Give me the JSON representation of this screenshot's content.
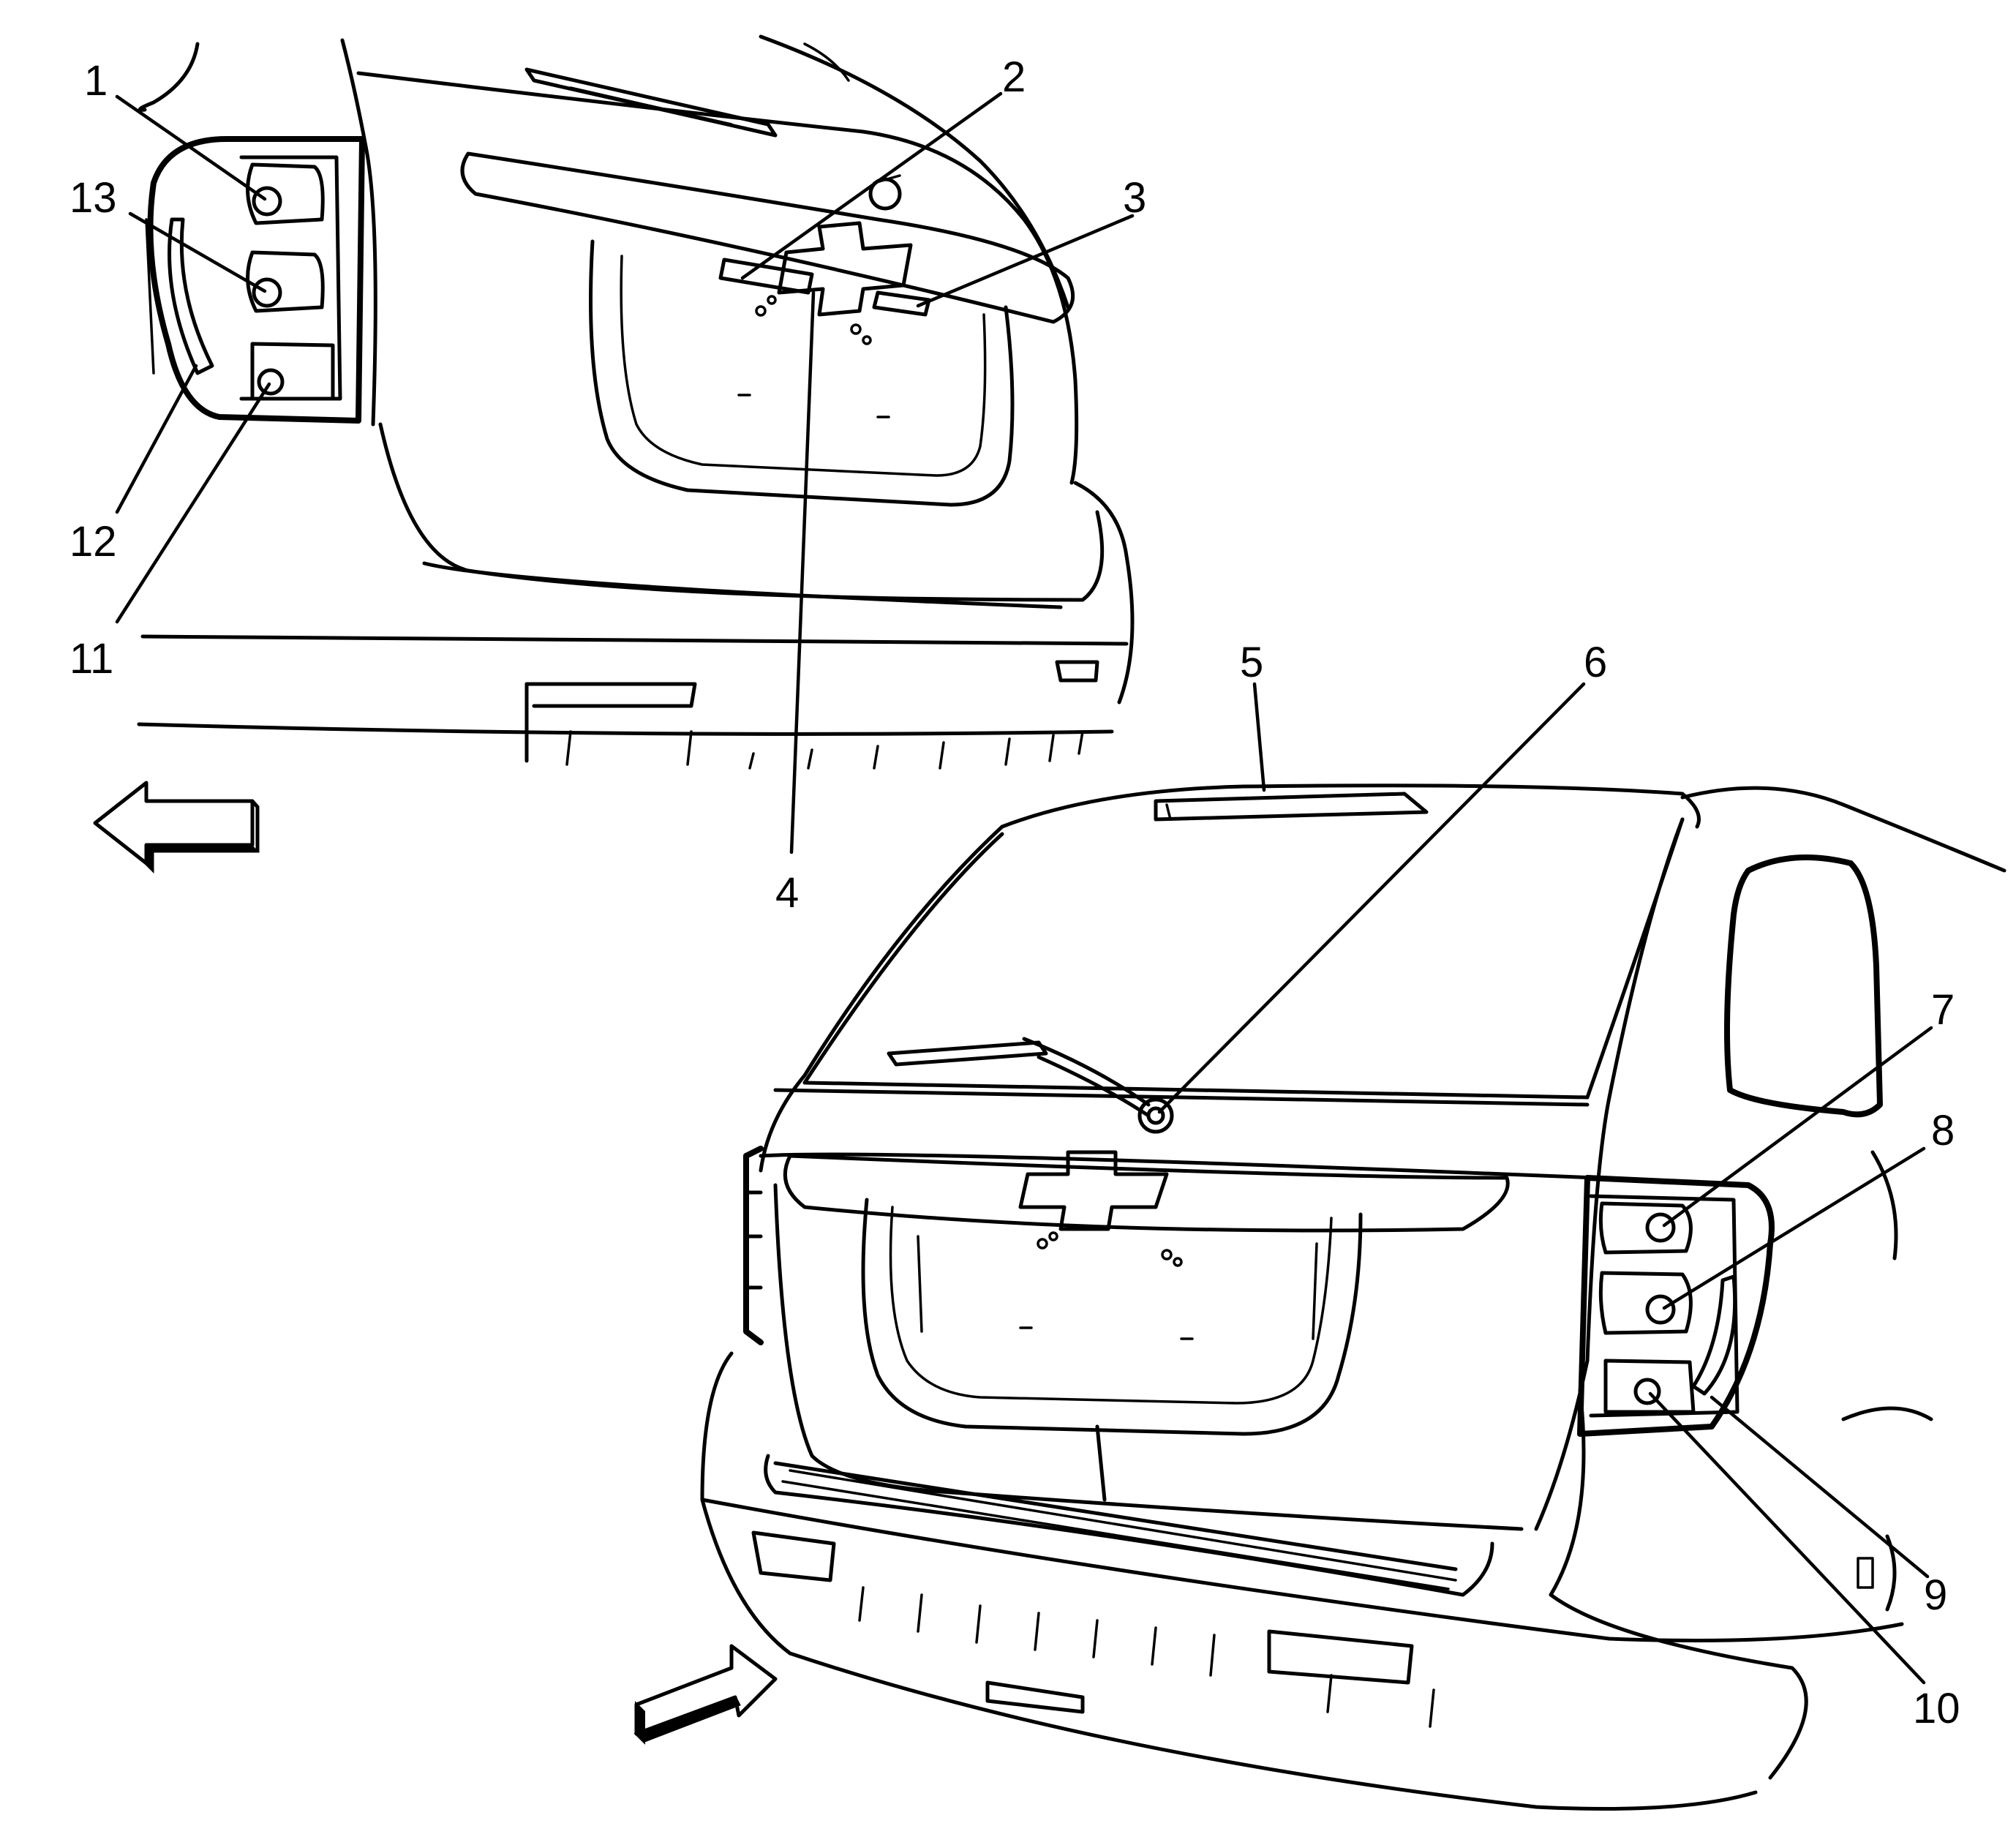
{
  "callouts": [
    {
      "id": "1",
      "label": "1"
    },
    {
      "id": "2",
      "label": "2"
    },
    {
      "id": "3",
      "label": "3"
    },
    {
      "id": "4",
      "label": "4"
    },
    {
      "id": "5",
      "label": "5"
    },
    {
      "id": "6",
      "label": "6"
    },
    {
      "id": "7",
      "label": "7"
    },
    {
      "id": "8",
      "label": "8"
    },
    {
      "id": "9",
      "label": "9"
    },
    {
      "id": "10",
      "label": "10"
    },
    {
      "id": "11",
      "label": "11"
    },
    {
      "id": "12",
      "label": "12"
    },
    {
      "id": "13",
      "label": "13"
    }
  ],
  "view_arrows": [
    {
      "name": "detail-view-arrow",
      "direction": "left"
    },
    {
      "name": "main-view-arrow",
      "direction": "up-right"
    }
  ],
  "colors": {
    "ink": "#000000",
    "background": "#ffffff"
  }
}
